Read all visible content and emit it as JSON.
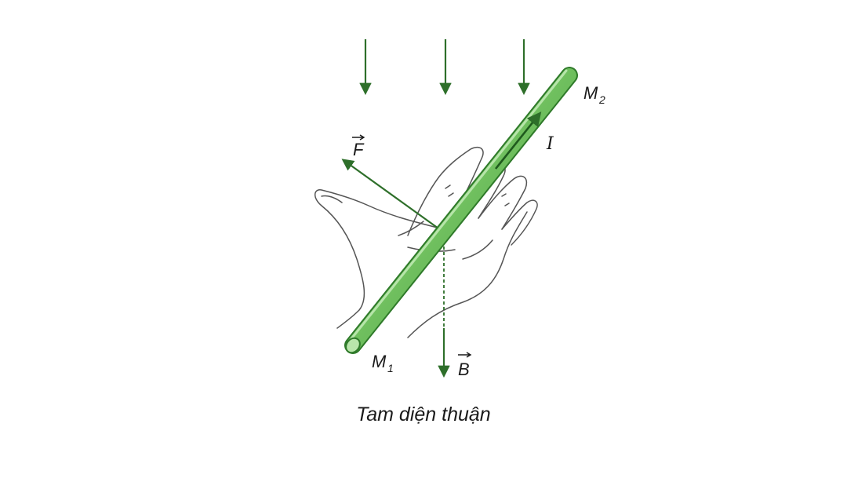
{
  "caption": "Tam diện thuận",
  "labels": {
    "force_letter": "F",
    "current": "I",
    "field_letter": "B",
    "end1_letter": "M",
    "end1_sub": "1",
    "end2_letter": "M",
    "end2_sub": "2"
  },
  "colors": {
    "rod": "#7fcb6e",
    "rod_dark": "#2f7a2a",
    "arrow": "#2e6f2a",
    "hand_outline": "#555555"
  },
  "icons": {
    "hand": "right-hand-icon"
  }
}
